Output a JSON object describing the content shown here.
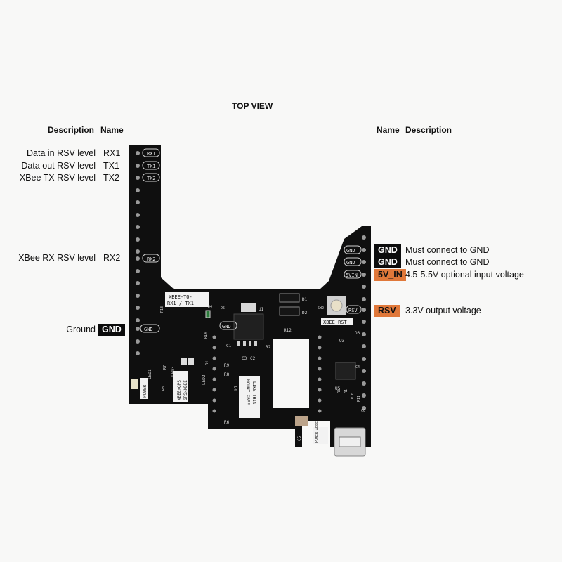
{
  "title": "TOP VIEW",
  "left_headers": {
    "description": "Description",
    "name": "Name"
  },
  "right_headers": {
    "name": "Name",
    "description": "Description"
  },
  "left_pins": [
    {
      "description": "Data in RSV level",
      "name": "RX1"
    },
    {
      "description": "Data out RSV level",
      "name": "TX1"
    },
    {
      "description": "XBee TX RSV level",
      "name": "TX2"
    },
    {
      "description": "XBee RX RSV level",
      "name": "RX2"
    },
    {
      "description": "Ground",
      "name": "GND"
    }
  ],
  "right_pins": [
    {
      "name": "GND",
      "description": "Must connect to GND"
    },
    {
      "name": "GND",
      "description": "Must connect to GND"
    },
    {
      "name": "5V_IN",
      "description": "4.5-5.5V optional input voltage"
    },
    {
      "name": "RSV",
      "description": "3.3V output voltage"
    }
  ],
  "board_labels": {
    "rx1": "RX1",
    "tx1": "TX1",
    "tx2": "TX2",
    "rx2": "RX2",
    "gnd_left": "GND",
    "gnd_r1": "GND",
    "gnd_r2": "GND",
    "svin": "5VIN",
    "rsv": "RSV",
    "xbee_to": "XBEE-TO-",
    "rx1_tx1": "RX1 / TX1",
    "xbee_rst": "XBEE RST",
    "gnd_mid": "GND",
    "mount": "MOUNT XBEE",
    "like": "LIKE THIS",
    "xbee_gps": "XBEE>GPS",
    "gps_xbee": "GPS>XBEE",
    "power": "POWER",
    "power_xbee": "POWER XBEE",
    "led1": "LED1",
    "led2": "LED2",
    "led3": "LED3",
    "d4": "D4",
    "d5": "D5",
    "r13": "R13",
    "r14": "R14",
    "r7": "R7",
    "r3": "R3",
    "r4": "R4",
    "r9": "R9",
    "r8": "R8",
    "r6": "R6",
    "r2": "R2",
    "r12": "R12",
    "c1": "C1",
    "c2": "C2",
    "c3": "C3",
    "c5": "C5",
    "u1": "U1",
    "u3": "U3",
    "u4": "U4",
    "u5": "U5",
    "d1": "D1",
    "d2": "D2",
    "d3": "D3",
    "sw2": "SW2",
    "c4": "C4",
    "r5": "R5",
    "r1": "R1",
    "r10": "R10",
    "r11": "R11",
    "c6": "C6"
  },
  "colors": {
    "accent": "#e0783a",
    "tag_bg": "#0c0c0c",
    "board": "#0f0f0f"
  }
}
